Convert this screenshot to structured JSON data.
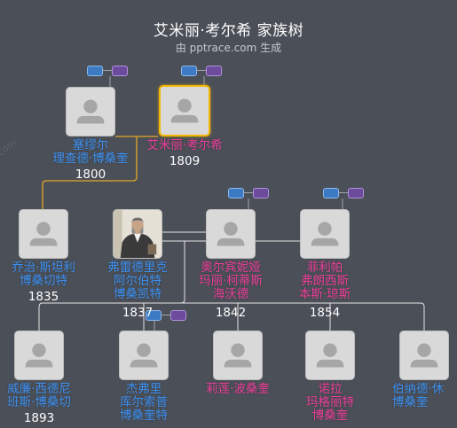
{
  "header": {
    "title": "艾米丽·考尔希 家族树",
    "subtitle": "由 pptrace.com 生成",
    "watermark": "com"
  },
  "people": {
    "p1": {
      "name": "塞缪尔\n理查德·博桑奎",
      "year": "1800",
      "gender": "male"
    },
    "p2": {
      "name": "艾米丽·考尔希",
      "year": "1809",
      "gender": "female",
      "highlight": true
    },
    "p3": {
      "name": "乔治·斯坦利\n博桑切特",
      "year": "1835",
      "gender": "male"
    },
    "p4": {
      "name": "弗雷德里克\n阿尔伯特\n博桑凯特",
      "year": "1837",
      "gender": "male",
      "photo": "portrait"
    },
    "p5": {
      "name": "奥尔宾妮娅\n玛丽·柯蒂斯\n海沃德",
      "year": "1842",
      "gender": "female"
    },
    "p6": {
      "name": "菲利帕\n弗朗西斯\n本斯·琼斯",
      "year": "1854",
      "gender": "female"
    },
    "p7": {
      "name": "威廉·西德尼\n班斯·博桑切",
      "year": "1893",
      "gender": "male"
    },
    "p8": {
      "name": "杰弗里\n库尔索普\n博桑奎特",
      "year": "",
      "gender": "male"
    },
    "p9": {
      "name": "莉莲·波桑奎",
      "year": "",
      "gender": "female"
    },
    "p10": {
      "name": "诺拉\n玛格丽特\n博桑奎",
      "year": "",
      "gender": "female"
    },
    "p11": {
      "name": "伯纳德·休\n博桑奎",
      "year": "",
      "gender": "male"
    }
  },
  "colors": {
    "background": "#4b4f57",
    "male": "#3b8ff0",
    "female": "#ec3e9a",
    "highlight": "#f2b705",
    "parent_link": "#e0a72b",
    "child_link": "#ffffff"
  }
}
